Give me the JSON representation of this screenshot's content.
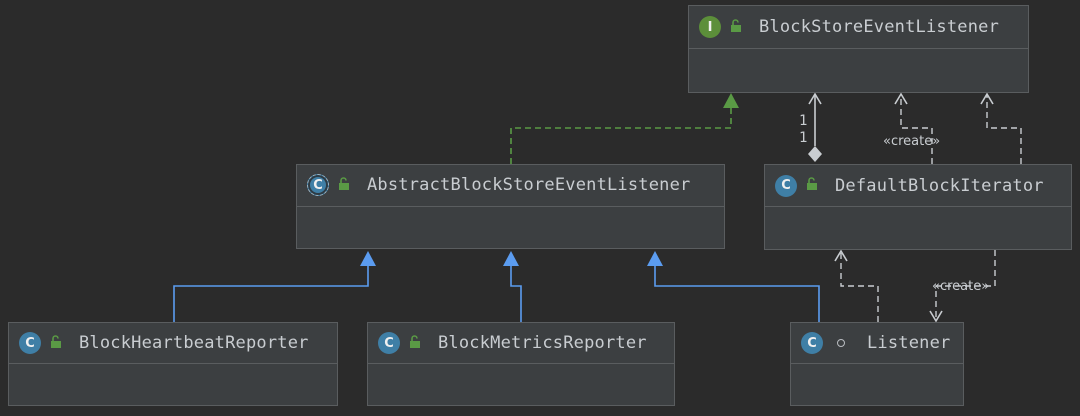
{
  "diagram": {
    "nodes": {
      "interface": {
        "title": "BlockStoreEventListener",
        "kind": "interface",
        "badge_letter": "I"
      },
      "abstract": {
        "title": "AbstractBlockStoreEventListener",
        "kind": "abstract-class",
        "badge_letter": "C"
      },
      "iterator": {
        "title": "DefaultBlockIterator",
        "kind": "class",
        "badge_letter": "C"
      },
      "heartbeat": {
        "title": "BlockHeartbeatReporter",
        "kind": "class",
        "badge_letter": "C"
      },
      "metrics": {
        "title": "BlockMetricsReporter",
        "kind": "class",
        "badge_letter": "C"
      },
      "listener": {
        "title": "Listener",
        "kind": "class",
        "badge_letter": "C"
      }
    },
    "edge_labels": {
      "create_top": "«create»",
      "create_bottom": "«create»",
      "mult_top": "1",
      "mult_bottom": "1"
    },
    "colors": {
      "background": "#2b2b2b",
      "node_fill": "#3c3f41",
      "inheritance": "#5b9cf0",
      "realization": "#5a9a45",
      "dependency": "#c9cdd1"
    }
  }
}
